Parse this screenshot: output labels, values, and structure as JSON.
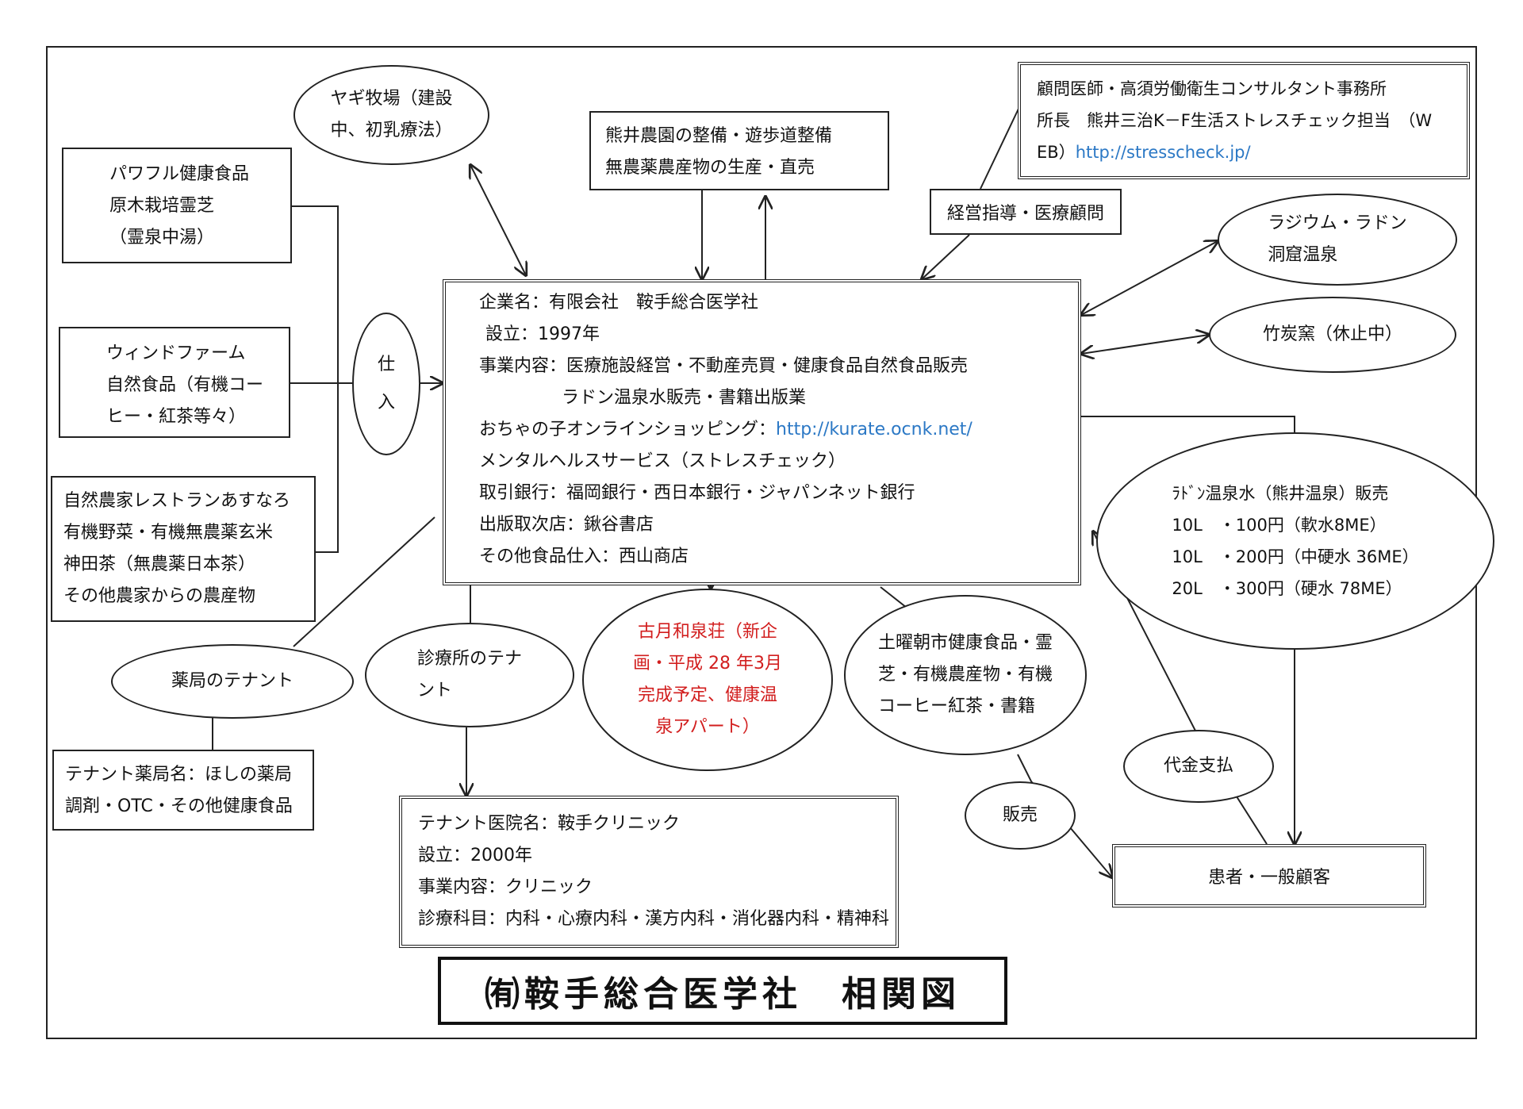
{
  "title": "㈲鞍手総合医学社　相関図",
  "main_box": {
    "lines": [
      "企業名：有限会社　鞍手総合医学社",
      "設立：1997年",
      "事業内容：医療施設経営・不動産売買・健康食品自然食品販売",
      "ラドン温泉水販売・書籍出版業",
      "おちゃの子オンラインショッピング：",
      "メンタルヘルスサービス（ストレスチェック）",
      "取引銀行：福岡銀行・西日本銀行・ジャパンネット銀行",
      "出版取次店：鍬谷書店",
      "その他食品仕入：西山商店"
    ],
    "shop_url": "http://kurate.ocnk.net/"
  },
  "goat_farm": {
    "lines": [
      "ヤギ牧場（建設",
      "中、初乳療法）"
    ]
  },
  "farm": {
    "lines": [
      "熊井農園の整備・遊歩道整備",
      "無農薬農産物の生産・直売"
    ]
  },
  "advisor": {
    "lines": [
      "顧問医師・高須労働衛生コンサルタント事務所",
      "所長　熊井三治K－F生活ストレスチェック担当　（W",
      "EB）"
    ],
    "url": "http://stresscheck.jp/"
  },
  "mgmt_label": "経営指導・医療顧問",
  "radium": {
    "lines": [
      "ラジウム・ラドン",
      "洞窟温泉"
    ]
  },
  "charcoal": {
    "text": "竹炭窯（休止中）"
  },
  "powerful": {
    "lines": [
      "パワフル健康食品",
      "原木栽培霊芝",
      "（霊泉中湯）"
    ]
  },
  "windfarm": {
    "lines": [
      "ウィンドファーム",
      "自然食品（有機コー",
      "ヒー・紅茶等々）"
    ]
  },
  "restaurant": {
    "lines": [
      "自然農家レストランあすなろ",
      "有機野菜・有機無農薬玄米",
      "神田茶（無農薬日本茶）",
      "その他農家からの農産物"
    ]
  },
  "purchase": {
    "lines": [
      "仕",
      "入"
    ]
  },
  "radon_water": {
    "lines": [
      "ﾗﾄﾞﾝ温泉水（熊井温泉）販売",
      "10L　・100円（軟水8ME）",
      "10L　・200円（中硬水 36ME）",
      "20L　・300円（硬水 78ME）"
    ]
  },
  "pharmacy_tenant": {
    "text": "薬局のテナント"
  },
  "clinic_tenant": {
    "lines": [
      "診療所のテナ",
      "ント"
    ]
  },
  "apartment": {
    "lines": [
      "古月和泉荘（新企",
      "画・平成 28 年3月",
      "完成予定、健康温",
      "泉アパート）"
    ]
  },
  "saturday_market": {
    "lines": [
      "土曜朝市健康食品・霊",
      "芝・有機農産物・有機",
      "コーヒー紅茶・書籍"
    ]
  },
  "pharmacy": {
    "lines": [
      "テナント薬局名：ほしの薬局",
      "調剤・OTC・その他健康食品"
    ]
  },
  "clinic": {
    "lines": [
      "テナント医院名：鞍手クリニック",
      "設立：2000年",
      "事業内容：クリニック",
      "診療科目：内科・心療内科・漢方内科・消化器内科・精神科"
    ]
  },
  "sales": {
    "text": "販売"
  },
  "payment": {
    "text": "代金支払"
  },
  "customer": {
    "text": "患者・一般顧客"
  },
  "colors": {
    "line": "#222222",
    "highlight": "#d21e1e",
    "link": "#2b78c5"
  }
}
